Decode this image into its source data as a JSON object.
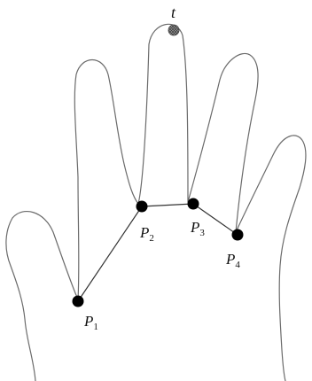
{
  "diagram": {
    "outline_color": "#6b6b6b",
    "segment_color": "#333333",
    "point_color": "#000000",
    "tip_marker": {
      "label": "t",
      "fill": "#9a9a9a",
      "icon": "hatched-circle"
    },
    "points": [
      {
        "id": "p1",
        "letter": "P",
        "index": "1"
      },
      {
        "id": "p2",
        "letter": "P",
        "index": "2"
      },
      {
        "id": "p3",
        "letter": "P",
        "index": "3"
      },
      {
        "id": "p4",
        "letter": "P",
        "index": "4"
      }
    ]
  }
}
